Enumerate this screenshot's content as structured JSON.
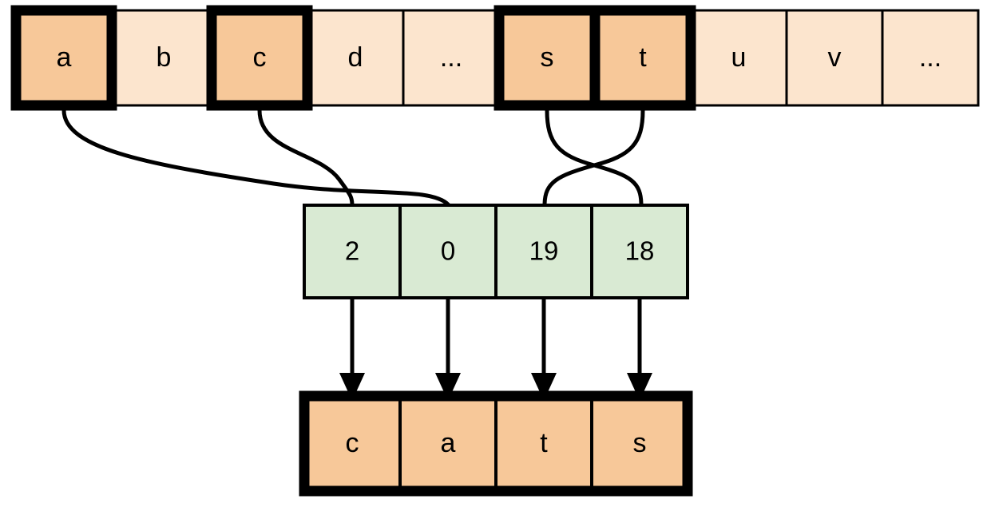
{
  "diagram": {
    "title": "",
    "type": "index-mapping-diagram",
    "colors": {
      "alphabet_cell_plain": "#FCE5CE",
      "alphabet_cell_highlight": "#F7C899",
      "index_cell": "#D9EAD3",
      "output_cell": "#F7C899",
      "stroke": "#000000",
      "background": "#FFFFFF"
    },
    "alphabet_row": {
      "name": "alphabet-row",
      "cells": [
        {
          "label": "a",
          "highlighted": true,
          "bold_border": true
        },
        {
          "label": "b",
          "highlighted": false,
          "bold_border": false
        },
        {
          "label": "c",
          "highlighted": true,
          "bold_border": true
        },
        {
          "label": "d",
          "highlighted": false,
          "bold_border": false
        },
        {
          "label": "...",
          "highlighted": false,
          "bold_border": false
        },
        {
          "label": "s",
          "highlighted": true,
          "bold_border": true
        },
        {
          "label": "t",
          "highlighted": true,
          "bold_border": true
        },
        {
          "label": "u",
          "highlighted": false,
          "bold_border": false
        },
        {
          "label": "v",
          "highlighted": false,
          "bold_border": false
        },
        {
          "label": "...",
          "highlighted": false,
          "bold_border": false
        }
      ]
    },
    "index_row": {
      "name": "index-row",
      "cells": [
        {
          "value": "2"
        },
        {
          "value": "0"
        },
        {
          "value": "19"
        },
        {
          "value": "18"
        }
      ]
    },
    "output_row": {
      "name": "output-row",
      "cells": [
        {
          "label": "c"
        },
        {
          "label": "a"
        },
        {
          "label": "t"
        },
        {
          "label": "s"
        }
      ]
    },
    "mappings": [
      {
        "from_letter": "a",
        "to_index_slot": 1,
        "index_value": "0",
        "style": "curve"
      },
      {
        "from_letter": "c",
        "to_index_slot": 0,
        "index_value": "2",
        "style": "curve"
      },
      {
        "from_letter": "s",
        "to_index_slot": 3,
        "index_value": "18",
        "style": "curve"
      },
      {
        "from_letter": "t",
        "to_index_slot": 2,
        "index_value": "19",
        "style": "curve"
      }
    ],
    "arrows": [
      {
        "from_index_slot": 0,
        "to_output_slot": 0
      },
      {
        "from_index_slot": 1,
        "to_output_slot": 1
      },
      {
        "from_index_slot": 2,
        "to_output_slot": 2
      },
      {
        "from_index_slot": 3,
        "to_output_slot": 3
      }
    ]
  },
  "chart_data": {
    "type": "diagram",
    "title": "",
    "alphabet_letters": [
      "a",
      "b",
      "c",
      "d",
      "...",
      "s",
      "t",
      "u",
      "v",
      "..."
    ],
    "indices": [
      2,
      0,
      19,
      18
    ],
    "output_word": [
      "c",
      "a",
      "t",
      "s"
    ],
    "letter_to_index": {
      "a": 0,
      "c": 2,
      "s": 18,
      "t": 19
    }
  }
}
